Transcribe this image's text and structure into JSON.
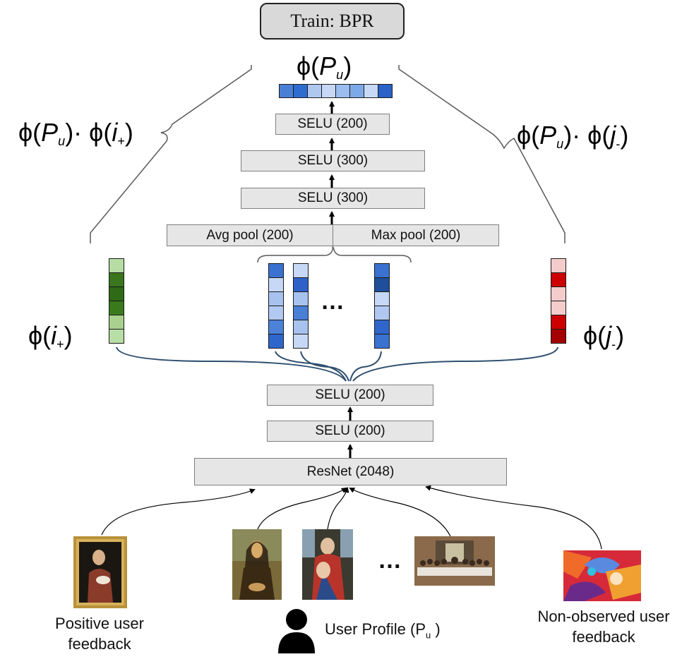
{
  "title": "Train: BPR",
  "profile_embedding": {
    "label": "ϕ(",
    "var": "P",
    "sub": "u",
    "close": ")",
    "cells": [
      "#4a7fd6",
      "#2f6cd0",
      "#aec8f0",
      "#c6d8f5",
      "#9bbcee",
      "#7ea9e8",
      "#c7d9f6",
      "#2a62c7"
    ]
  },
  "score_positive": {
    "prefix": "ϕ(",
    "var1": "P",
    "sub1": "u",
    "mid": ")· ϕ(",
    "var2": "i",
    "sub2": "+",
    "close": ")"
  },
  "score_negative": {
    "prefix": "ϕ(",
    "var1": "P",
    "sub1": "u",
    "mid": ")· ϕ(",
    "var2": "j",
    "sub2": "-",
    "close": ")"
  },
  "upper_layers": {
    "selu_top": "SELU (200)",
    "selu_mid": "SELU (300)",
    "selu_low": "SELU (300)",
    "avg_pool": "Avg pool (200)",
    "max_pool": "Max pool (200)"
  },
  "positive_item": {
    "prefix": "ϕ(",
    "var": "i",
    "sub": "+",
    "close": ")",
    "cells": [
      "#b7dca4",
      "#39761d",
      "#2f6a17",
      "#3a7a1d",
      "#a9d08e",
      "#b8dea5"
    ]
  },
  "negative_item": {
    "prefix": "ϕ(",
    "var": "j",
    "sub": "-",
    "close": ")",
    "cells": [
      "#f4cccc",
      "#cc0000",
      "#f4cccc",
      "#f4cccc",
      "#cc0000",
      "#a50000"
    ]
  },
  "profile_item_columns": [
    [
      "#3a72d2",
      "#c6d8f5",
      "#a7c2ef",
      "#b2caf1",
      "#4c82da",
      "#2f66cc"
    ],
    [
      "#c6d8f5",
      "#2e62c8",
      "#a7c2ef",
      "#4a7fd6",
      "#a7c2ef",
      "#c6d8f5"
    ],
    [
      "#3a72d2",
      "#1f4e9a",
      "#c6d8f5",
      "#b0c8f0",
      "#2f66cc",
      "#3a72d2"
    ]
  ],
  "ellipsis": "…",
  "lower_layers": {
    "selu_upper": "SELU (200)",
    "selu_lower": "SELU (200)",
    "resnet": "ResNet (2048)"
  },
  "captions": {
    "positive": [
      "Positive user",
      "feedback"
    ],
    "profile_prefix": "User Profile (P",
    "profile_sub": "u",
    "profile_close": " )",
    "negative": [
      "Non-observed user",
      "feedback"
    ]
  }
}
